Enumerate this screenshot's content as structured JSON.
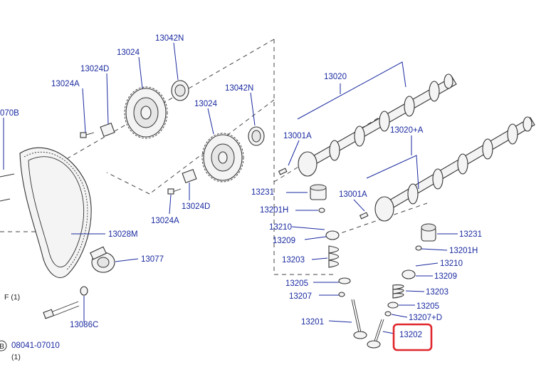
{
  "labels": {
    "p13042N_a": "13042N",
    "p13024_a": "13024",
    "p13024D_a": "13024D",
    "p13024A_a": "13024A",
    "p070B": "070B",
    "p13020": "13020",
    "p13042N_b": "13042N",
    "p13024_b": "13024",
    "p13001A_a": "13001A",
    "p13020A": "13020+A",
    "p13231_a": "13231",
    "p13001A_b": "13001A",
    "p13201H_a": "13201H",
    "p13024D_b": "13024D",
    "p13024A_b": "13024A",
    "p13210_a": "13210",
    "p13028M": "13028M",
    "p13209_a": "13209",
    "p13231_b": "13231",
    "p13201H_b": "13201H",
    "p13077": "13077",
    "p13203_a": "13203",
    "p13210_b": "13210",
    "p13209_b": "13209",
    "p13205_a": "13205",
    "p13203_b": "13203",
    "p13207": "13207",
    "pF1": "F (1)",
    "p13205_b": "13205",
    "p13207D": "13207+D",
    "p13201": "13201",
    "p13086C": "13086C",
    "p13202": "13202",
    "p08041": "08041-07010",
    "p08041_qty": "(1)",
    "circleB": "B"
  },
  "colors": {
    "label": "#1a2aa0",
    "highlight": "#e0262c",
    "line": "#333333"
  },
  "highlighted_part": "13202"
}
